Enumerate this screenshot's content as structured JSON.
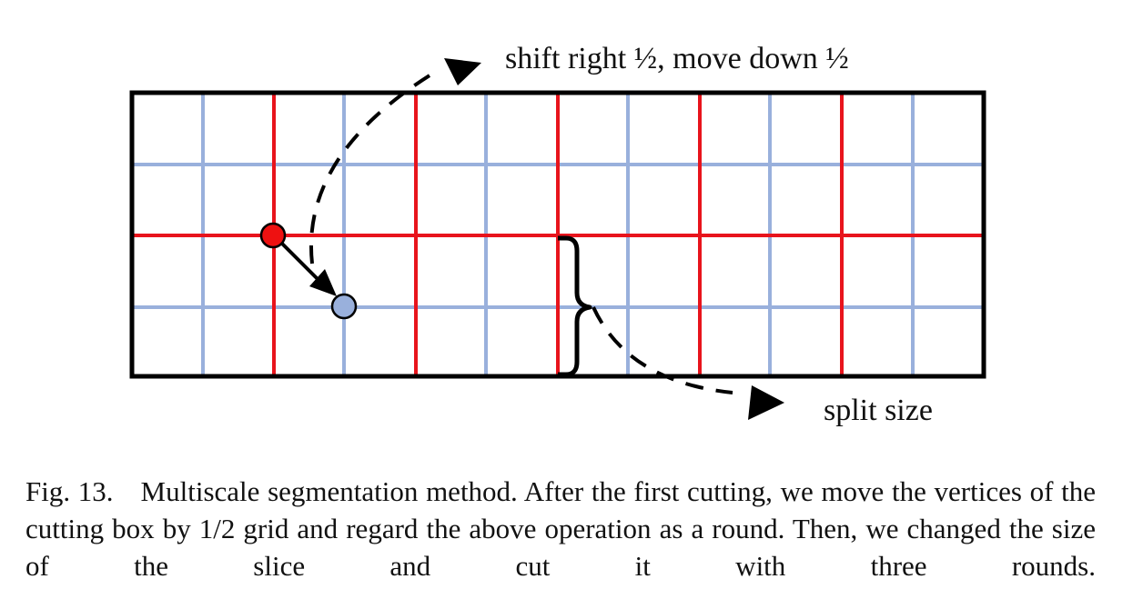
{
  "figure": {
    "labels": {
      "shift": "shift right ½, move down ½",
      "split": "split size"
    },
    "caption": {
      "number": "Fig. 13.",
      "text": "Multiscale segmentation method. After the first cutting, we move the vertices of the cutting box by 1/2 grid and regard the above operation as a round. Then, we changed the size of the slice and cut it with three rounds."
    },
    "colors": {
      "outer_box": "#000000",
      "red_grid": "#e8141c",
      "blue_grid": "#99b0dc",
      "red_vertex": "#ee1111",
      "blue_vertex": "#99b0dc"
    }
  }
}
